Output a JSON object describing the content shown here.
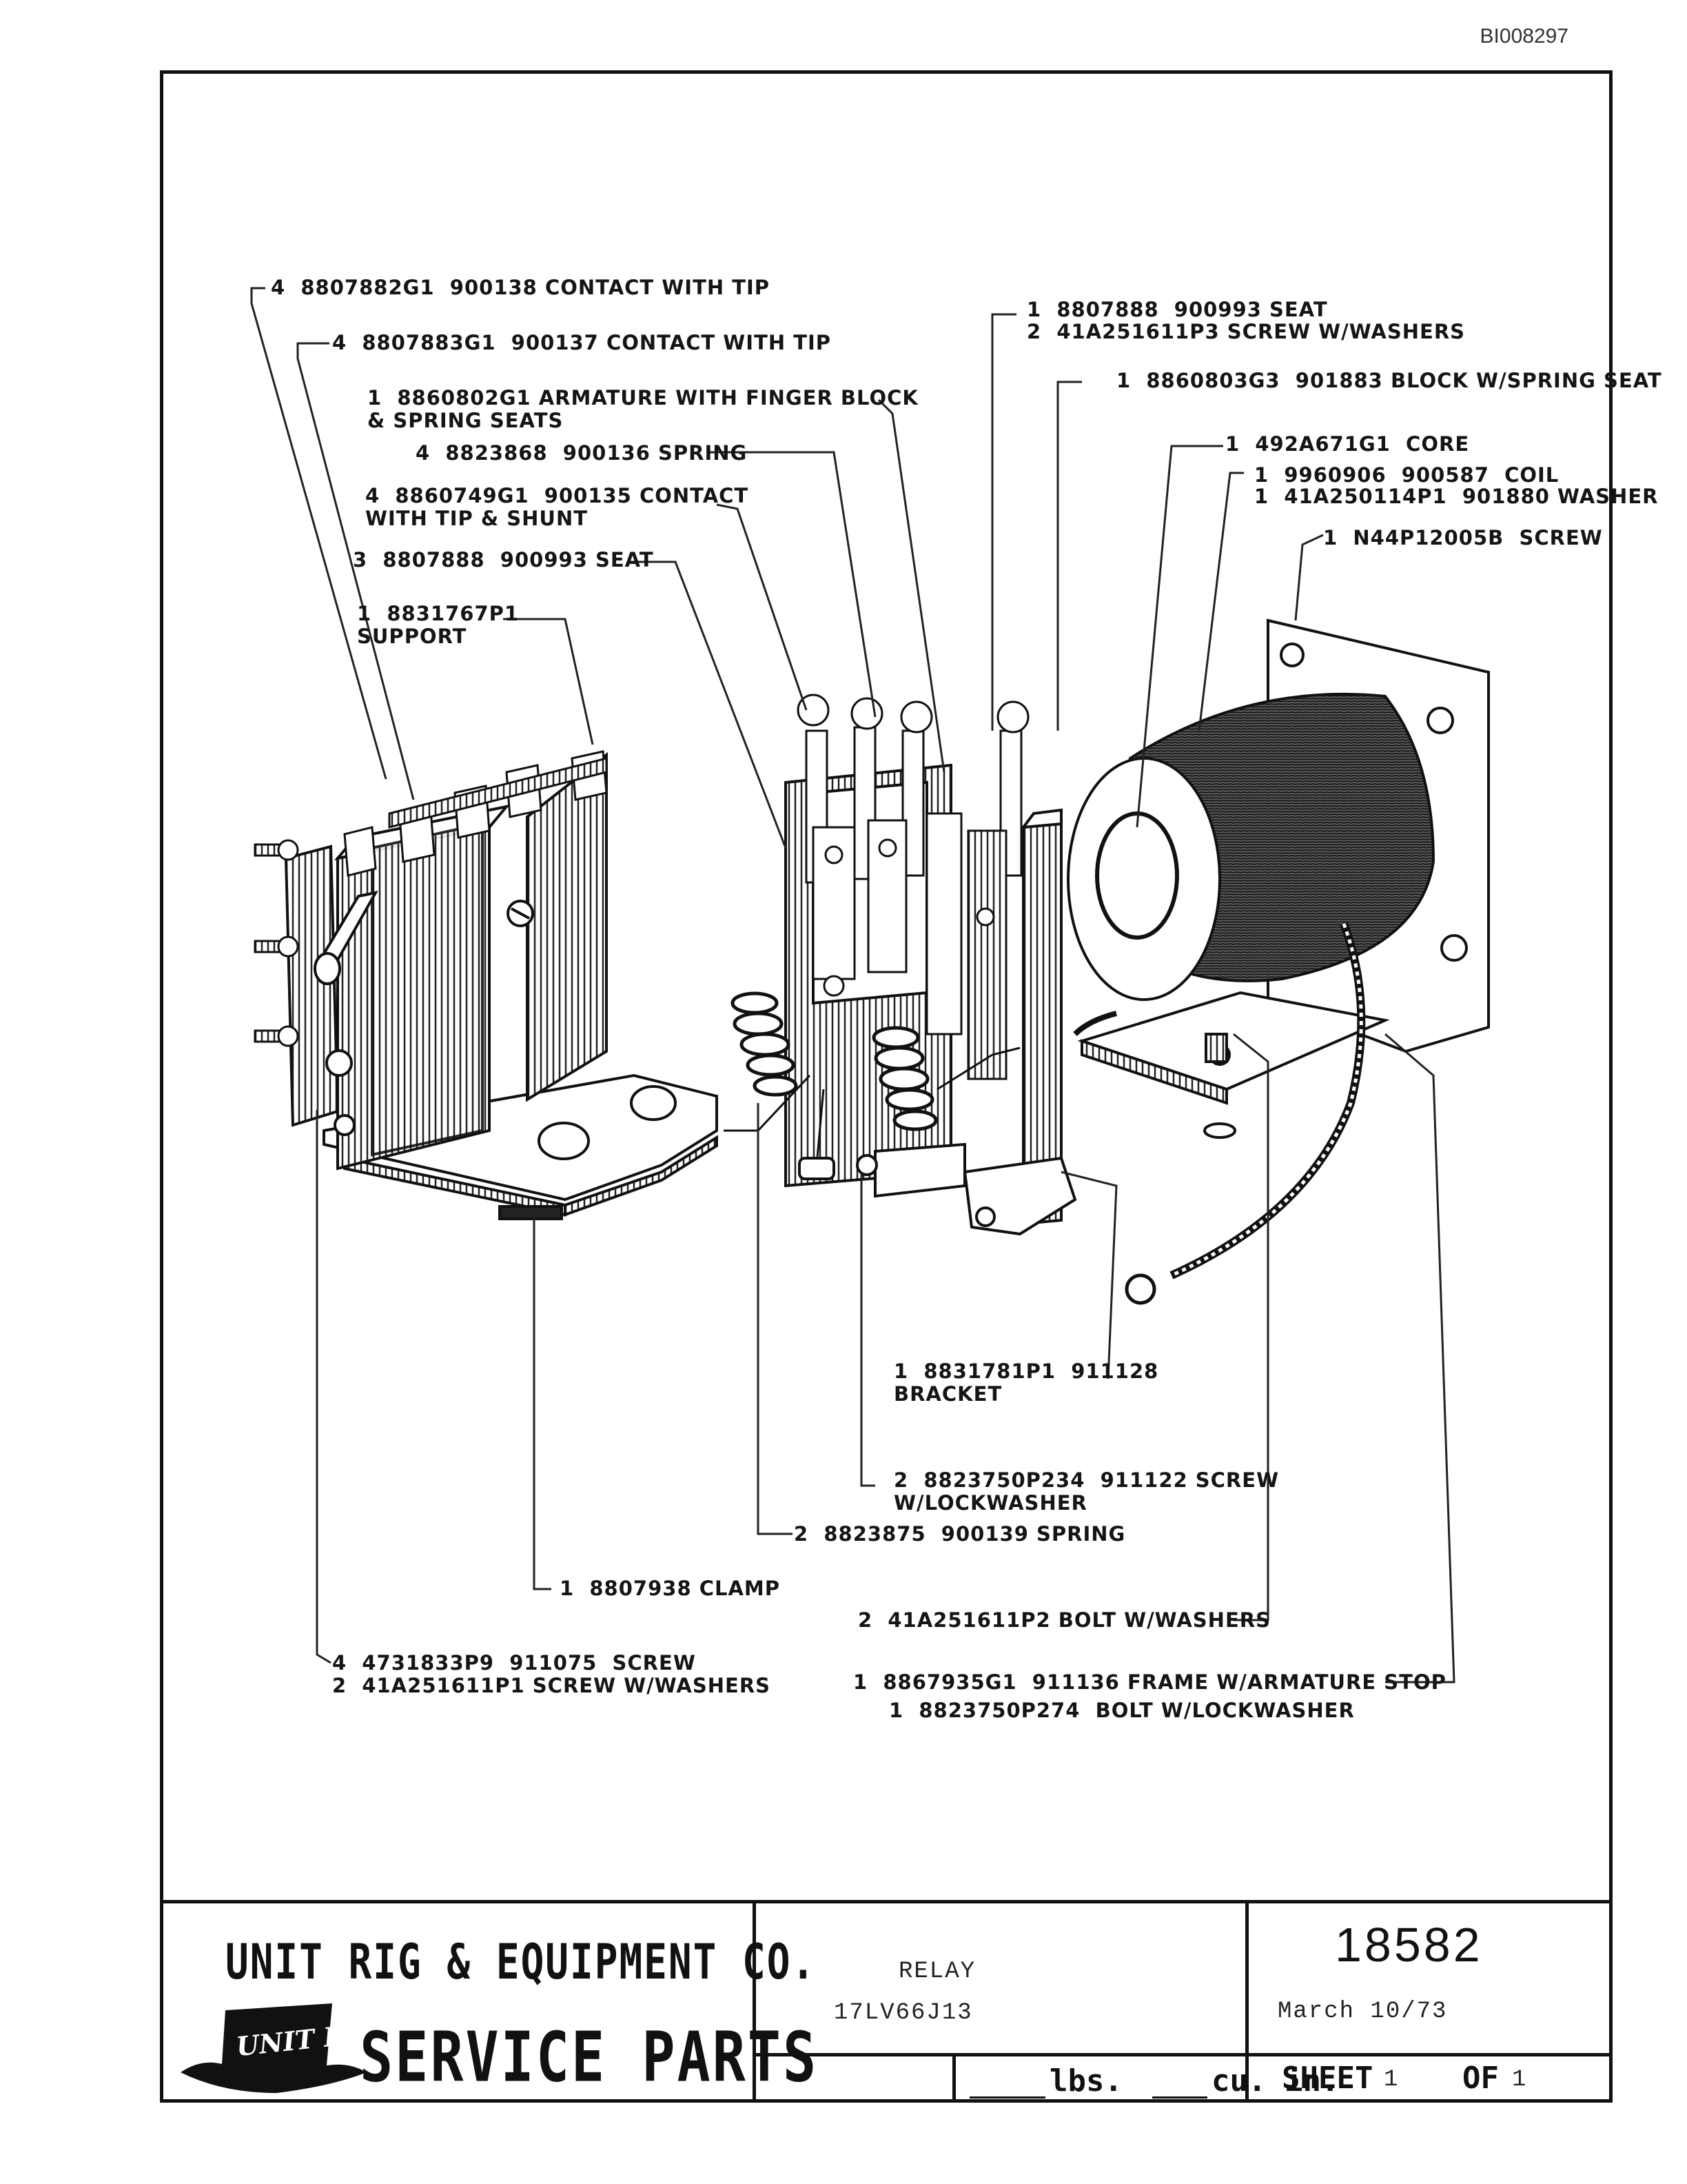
{
  "document_id": "BI008297",
  "callouts": {
    "c1": "4  8807882G1  900138 CONTACT WITH TIP",
    "c2": "4  8807883G1  900137 CONTACT WITH TIP",
    "c3a": "1  8860802G1 ARMATURE WITH FINGER BLOCK",
    "c3b": "& SPRING SEATS",
    "c4": "4  8823868  900136 SPRING",
    "c5a": "4  8860749G1  900135 CONTACT",
    "c5b": "WITH TIP & SHUNT",
    "c6": "3  8807888  900993 SEAT",
    "c7a": "1  8831767P1",
    "c7b": "SUPPORT",
    "c8a": "1  8807888  900993 SEAT",
    "c8b": "2  41A251611P3 SCREW W/WASHERS",
    "c9": "1  8860803G3  901883 BLOCK W/SPRING SEAT",
    "c10": "1  492A671G1  CORE",
    "c11a": "1  9960906  900587  COIL",
    "c11b": "1  41A250114P1  901880 WASHER",
    "c12": "1  N44P12005B  SCREW",
    "c13a": "1  8831781P1  911128",
    "c13b": "BRACKET",
    "c14a": "2  8823750P234  911122 SCREW",
    "c14b": "W/LOCKWASHER",
    "c15": "2  8823875  900139 SPRING",
    "c16": "1  8807938 CLAMP",
    "c17": "2  41A251611P2 BOLT W/WASHERS",
    "c18a": "4  4731833P9  911075  SCREW",
    "c18b": "2  41A251611P1 SCREW W/WASHERS",
    "c19a": "1  8867935G1  911136 FRAME W/ARMATURE STOP",
    "c19b": "1  8823750P274  BOLT W/LOCKWASHER"
  },
  "title_block": {
    "company": "UNIT RIG & EQUIPMENT CO.",
    "logo_text": "UNIT RIG",
    "service": "SERVICE PARTS",
    "description": "RELAY",
    "model": "17LV66J13",
    "part_number": "18582",
    "date": "March 10/73",
    "lbs_label": "lbs.",
    "cuin_label": "cu. in.",
    "sheet_label": "SHEET",
    "sheet_num": "1",
    "of_label": "OF",
    "sheet_total": "1"
  }
}
